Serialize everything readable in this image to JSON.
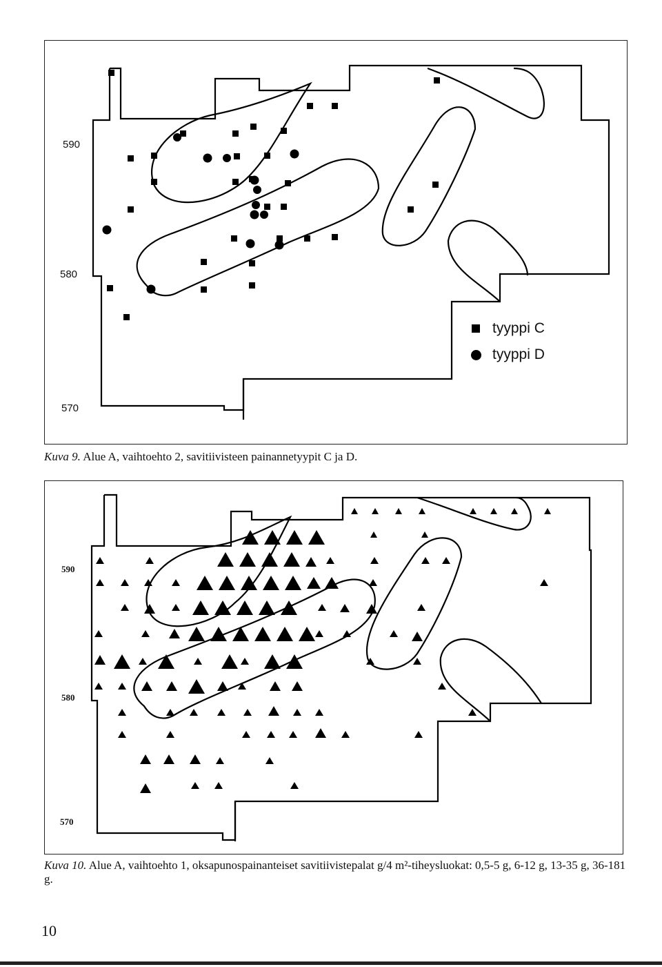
{
  "figure9": {
    "y_labels": [
      "590",
      "580",
      "570"
    ],
    "legend": [
      {
        "symbol": "square",
        "label": "tyyppi C"
      },
      {
        "symbol": "circle",
        "label": "tyyppi D"
      }
    ],
    "caption_prefix": "Kuva 9.",
    "caption_text": " Alue A, vaihtoehto 2, savitiivisteen painannetyypit C ja D."
  },
  "figure10": {
    "y_labels": [
      "590",
      "580",
      "570"
    ],
    "caption_prefix": "Kuva 10.",
    "caption_text": " Alue A, vaihtoehto 1, oksapunospainanteiset savitiivistepalat g/4 m²-tiheysluokat: 0,5-5 g, 6-12 g, 13-35 g, 36-181 g."
  },
  "page_number": "10"
}
